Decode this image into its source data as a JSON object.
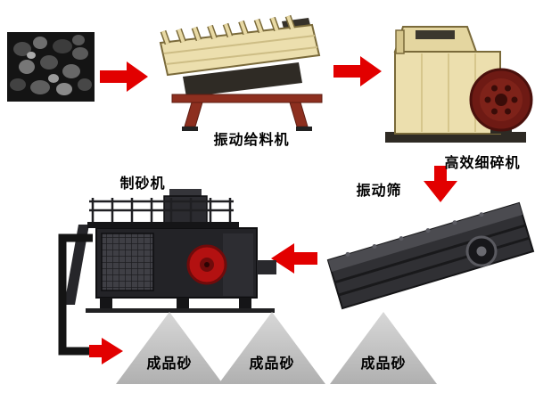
{
  "labels": {
    "feeder": "振动给料机",
    "fine_crusher": "高效细碎机",
    "vibrating_screen": "振动筛",
    "sand_maker": "制砂机"
  },
  "products": [
    "成品砂",
    "成品砂",
    "成品砂"
  ],
  "machines": [
    {
      "id": "raw-material",
      "type": "photo"
    },
    {
      "id": "vibrating-feeder",
      "label": "振动给料机"
    },
    {
      "id": "fine-crusher",
      "label": "高效细碎机"
    },
    {
      "id": "vibrating-screen",
      "label": "振动筛"
    },
    {
      "id": "sand-maker",
      "label": "制砂机"
    },
    {
      "id": "finished-sand-piles",
      "count": 3,
      "label": "成品砂"
    }
  ],
  "flow_arrows": [
    {
      "from": "raw-material",
      "to": "vibrating-feeder",
      "direction": "right"
    },
    {
      "from": "vibrating-feeder",
      "to": "fine-crusher",
      "direction": "right"
    },
    {
      "from": "fine-crusher",
      "to": "vibrating-screen",
      "direction": "down"
    },
    {
      "from": "vibrating-screen",
      "to": "sand-maker",
      "direction": "left"
    },
    {
      "from": "sand-maker",
      "to": "finished-sand-piles",
      "direction": "down-then-right"
    }
  ],
  "colors": {
    "arrow_red": "#e20000",
    "machine_cream": "#ecdfae",
    "machine_dark": "#232327",
    "flywheel_red": "#6e1a14",
    "pulley_red": "#b31111",
    "support_brown": "#8d2f1f",
    "sand_pile_gray": "#c6c6c6",
    "background": "#ffffff",
    "text": "#000000"
  }
}
